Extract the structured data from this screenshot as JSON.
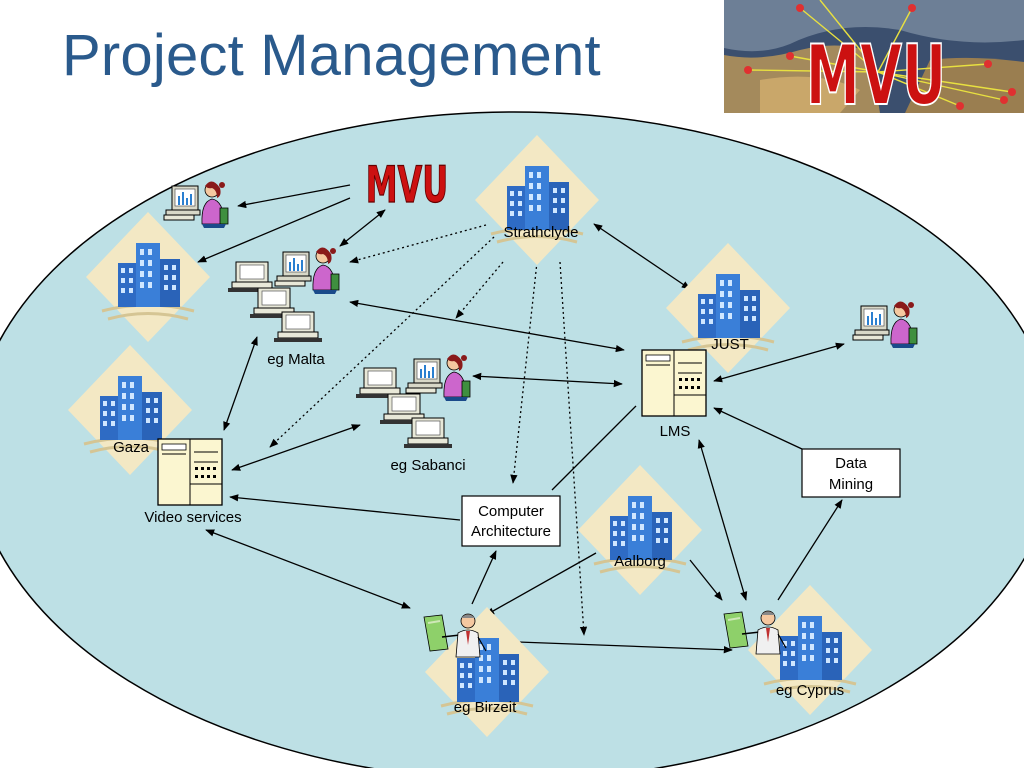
{
  "slide": {
    "title": "Project Management",
    "logo_text": "MVU"
  },
  "diagram": {
    "mvu_label": "MVU",
    "nodes": {
      "strathclyde": "Strathclyde",
      "just": "JUST",
      "eg_malta": "eg Malta",
      "gaza": "Gaza",
      "video_services": "Video services",
      "eg_sabanci": "eg Sabanci",
      "lms": "LMS",
      "computer_architecture": [
        "Computer",
        "Architecture"
      ],
      "data_mining": [
        "Data",
        "Mining"
      ],
      "aalborg": "Aalborg",
      "eg_birzeit": "eg Birzeit",
      "eg_cyprus": "eg Cyprus"
    }
  },
  "colors": {
    "title": "#2a5a8c",
    "ellipse_fill": "#bde0e5",
    "mvu_red": "#cc1111",
    "building_blue": "#3a7fd8",
    "diamond_tan": "#f3e8c4",
    "server_fill": "#fbf6d0"
  },
  "icons": [
    "building-icon",
    "server-icon",
    "person-at-computer-icon",
    "computer-cluster-icon",
    "presenter-icon",
    "logo-map"
  ]
}
